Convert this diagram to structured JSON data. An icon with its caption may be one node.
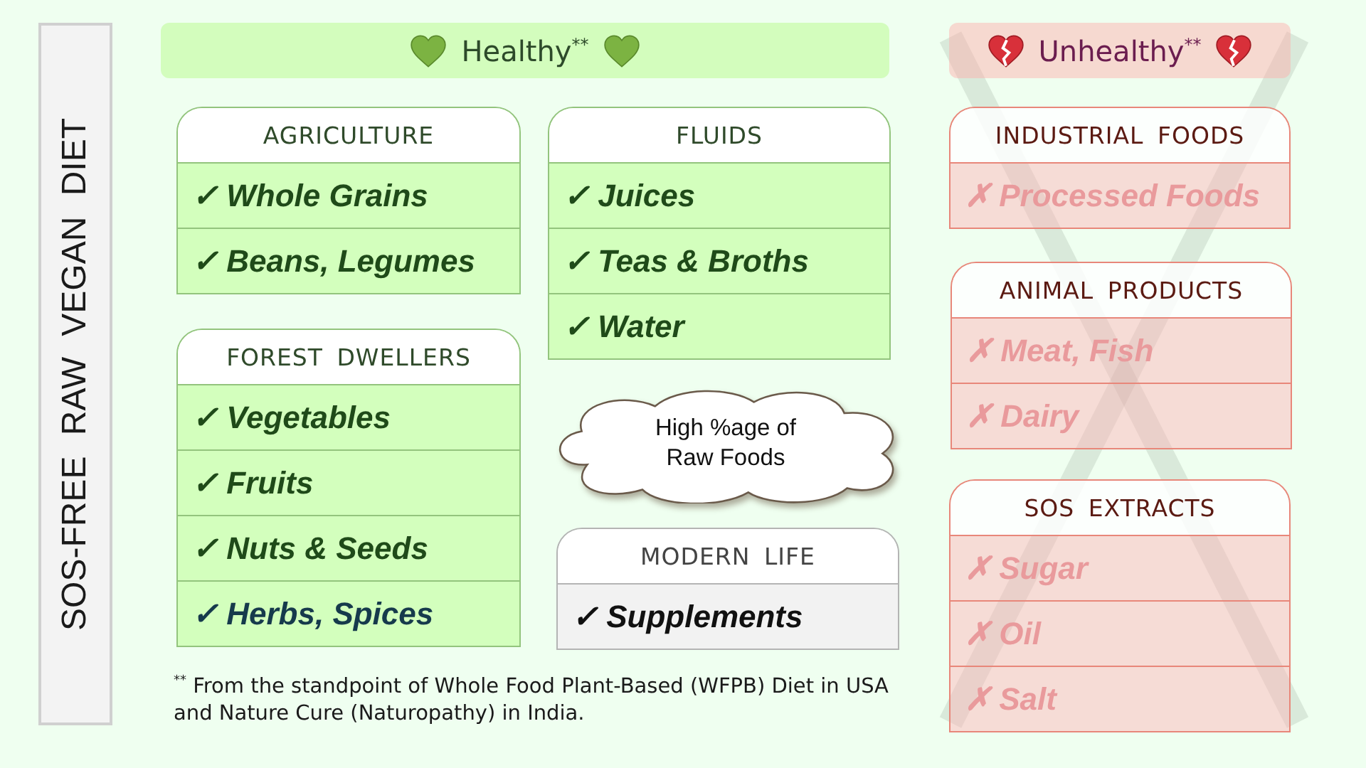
{
  "diagram": {
    "nodes": [
      {
        "text": [
          "SOS-FREE RAW VEGAN DIET"
        ]
      },
      {
        "text": [
          "Healthy$^{**}$"
        ]
      },
      {
        "text": [
          "Unhealthy$^{**}$"
        ]
      },
      {
        "text": [
          "AGRICULTURE"
        ]
      },
      {
        "text": [
          "✓ Whole Grains"
        ],
        "in": 3
      },
      {
        "text": [
          "✓ Beans, Legumes"
        ],
        "in": 3
      },
      {
        "text": [
          "FLUIDS"
        ]
      },
      {
        "text": [
          "✓ Juices"
        ],
        "in": 6
      },
      {
        "text": [
          "✓ Teas & Broths"
        ],
        "in": 6
      },
      {
        "text": [
          "✓ Water"
        ],
        "in": 6
      },
      {
        "text": [
          "INDUSTRIAL FOODS"
        ]
      },
      {
        "text": [
          "✗ Processed Foods"
        ],
        "in": 10
      },
      {
        "text": [
          "ANIMAL PRODUCTS"
        ]
      },
      {
        "text": [
          "✗ Meat, Fish"
        ],
        "in": 12
      },
      {
        "text": [
          "✗ Dairy"
        ],
        "in": 12
      },
      {
        "text": [
          "FOREST DWELLERS"
        ]
      },
      {
        "text": [
          "✓ Vegetables"
        ],
        "in": 15
      },
      {
        "text": [
          "✓ Fruits"
        ],
        "in": 15
      },
      {
        "text": [
          "✓ Nuts & Seeds"
        ],
        "in": 15
      },
      {
        "text": [
          "✓ Herbs, Spices"
        ],
        "in": 15
      },
      {
        "text": [
          "High %age of Raw Foods"
        ]
      },
      {
        "text": [
          "MODERN LIFE"
        ]
      },
      {
        "text": [
          "✓ Supplements"
        ],
        "in": 21
      },
      {
        "text": [
          "SOS EXTRACTS"
        ]
      },
      {
        "text": [
          "✗ Sugar"
        ],
        "in": 23
      },
      {
        "text": [
          "✗ Oil"
        ],
        "in": 23
      },
      {
        "text": [
          "✗ Salt"
        ],
        "in": 23
      }
    ],
    "labels": [
      "$^{**}$ From the standpoint of Whole Food Plant-Based (WFPB) Diet in USA and Nature Cure (Naturopathy) in India."
    ]
  }
}
